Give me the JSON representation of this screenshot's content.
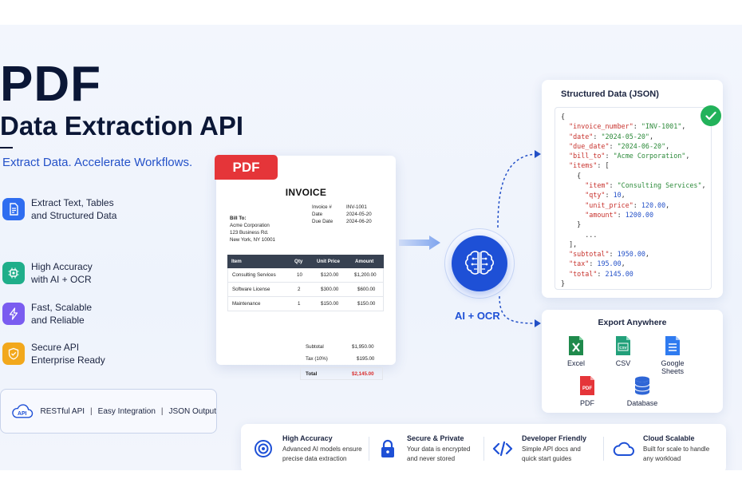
{
  "headline": {
    "title": "PDF",
    "subtitle": "Data Extraction API",
    "tagline": "Extract Data. Accelerate Workflows."
  },
  "features": [
    {
      "label": "Extract Text, Tables\nand Structured Data",
      "icon": "document-icon",
      "color": "#2f6df0"
    },
    {
      "label": "High Accuracy\nwith AI + OCR",
      "icon": "chip-icon",
      "color": "#1fae8a"
    },
    {
      "label": "Fast, Scalable\nand Reliable",
      "icon": "lightning-icon",
      "color": "#7a5cf0"
    },
    {
      "label": "Secure API\nEnterprise Ready",
      "icon": "shield-icon",
      "color": "#f2a81c"
    }
  ],
  "api_box": {
    "icon_text": "API",
    "items": [
      "RESTful API",
      "Easy Integration",
      "JSON Output"
    ],
    "separator": "|"
  },
  "invoice": {
    "badge": "PDF",
    "title": "INVOICE",
    "bill_to_label": "Bill To:",
    "bill_to_lines": [
      "Acme Corporation",
      "123 Business Rd.",
      "New York, NY 10001"
    ],
    "meta": [
      {
        "label": "Invoice #",
        "value": "INV-1001"
      },
      {
        "label": "Date",
        "value": "2024-05-20"
      },
      {
        "label": "Due Date",
        "value": "2024-06-20"
      }
    ],
    "columns": [
      "Item",
      "Qty",
      "Unit Price",
      "Amount"
    ],
    "rows": [
      {
        "item": "Consulting Services",
        "qty": "10",
        "unit": "$120.00",
        "amount": "$1,200.00"
      },
      {
        "item": "Software License",
        "qty": "2",
        "unit": "$300.00",
        "amount": "$600.00"
      },
      {
        "item": "Maintenance",
        "qty": "1",
        "unit": "$150.00",
        "amount": "$150.00"
      }
    ],
    "subtotal_label": "Subtotal",
    "subtotal": "$1,950.00",
    "tax_label": "Tax (10%)",
    "tax": "$195.00",
    "total_label": "Total",
    "total": "$2,145.00"
  },
  "ai": {
    "label": "AI + OCR",
    "icon": "brain-icon"
  },
  "json_card": {
    "title": "Structured Data (JSON)",
    "lines": [
      [
        [
          "p",
          "{"
        ]
      ],
      [
        [
          "p",
          "  "
        ],
        [
          "k",
          "\"invoice_number\""
        ],
        [
          "p",
          ": "
        ],
        [
          "s",
          "\"INV-1001\""
        ],
        [
          "p",
          ","
        ]
      ],
      [
        [
          "p",
          "  "
        ],
        [
          "k",
          "\"date\""
        ],
        [
          "p",
          ": "
        ],
        [
          "s",
          "\"2024-05-20\""
        ],
        [
          "p",
          ","
        ]
      ],
      [
        [
          "p",
          "  "
        ],
        [
          "k",
          "\"due_date\""
        ],
        [
          "p",
          ": "
        ],
        [
          "s",
          "\"2024-06-20\""
        ],
        [
          "p",
          ","
        ]
      ],
      [
        [
          "p",
          "  "
        ],
        [
          "k",
          "\"bill_to\""
        ],
        [
          "p",
          ": "
        ],
        [
          "s",
          "\"Acme Corporation\""
        ],
        [
          "p",
          ","
        ]
      ],
      [
        [
          "p",
          "  "
        ],
        [
          "k",
          "\"items\""
        ],
        [
          "p",
          ": ["
        ]
      ],
      [
        [
          "p",
          "    {"
        ]
      ],
      [
        [
          "p",
          "      "
        ],
        [
          "k",
          "\"item\""
        ],
        [
          "p",
          ": "
        ],
        [
          "s",
          "\"Consulting Services\""
        ],
        [
          "p",
          ","
        ]
      ],
      [
        [
          "p",
          "      "
        ],
        [
          "k",
          "\"qty\""
        ],
        [
          "p",
          ": "
        ],
        [
          "n",
          "10"
        ],
        [
          "p",
          ","
        ]
      ],
      [
        [
          "p",
          "      "
        ],
        [
          "k",
          "\"unit_price\""
        ],
        [
          "p",
          ": "
        ],
        [
          "n",
          "120.00"
        ],
        [
          "p",
          ","
        ]
      ],
      [
        [
          "p",
          "      "
        ],
        [
          "k",
          "\"amount\""
        ],
        [
          "p",
          ": "
        ],
        [
          "n",
          "1200.00"
        ]
      ],
      [
        [
          "p",
          "    }"
        ]
      ],
      [
        [
          "p",
          "      ..."
        ]
      ],
      [
        [
          "p",
          "  ],"
        ]
      ],
      [
        [
          "p",
          "  "
        ],
        [
          "k",
          "\"subtotal\""
        ],
        [
          "p",
          ": "
        ],
        [
          "n",
          "1950.00"
        ],
        [
          "p",
          ","
        ]
      ],
      [
        [
          "p",
          "  "
        ],
        [
          "k",
          "\"tax\""
        ],
        [
          "p",
          ": "
        ],
        [
          "n",
          "195.00"
        ],
        [
          "p",
          ","
        ]
      ],
      [
        [
          "p",
          "  "
        ],
        [
          "k",
          "\"total\""
        ],
        [
          "p",
          ": "
        ],
        [
          "n",
          "2145.00"
        ]
      ],
      [
        [
          "p",
          "}"
        ]
      ]
    ]
  },
  "export": {
    "title": "Export Anywhere",
    "items": [
      {
        "label": "Excel",
        "icon": "excel-icon"
      },
      {
        "label": "CSV",
        "icon": "csv-icon"
      },
      {
        "label": "Google\nSheets",
        "icon": "google-sheets-icon"
      },
      {
        "label": "PDF",
        "icon": "pdf-file-icon"
      },
      {
        "label": "Database",
        "icon": "database-icon"
      }
    ],
    "csv_glyph": "CSV",
    "pdf_glyph": "PDF"
  },
  "strip": [
    {
      "title": "High Accuracy",
      "desc": "Advanced AI models ensure\nprecise data extraction",
      "icon": "target-icon"
    },
    {
      "title": "Secure & Private",
      "desc": "Your data is encrypted\nand never stored",
      "icon": "lock-icon"
    },
    {
      "title": "Developer Friendly",
      "desc": "Simple API docs and\nquick start guides",
      "icon": "code-icon"
    },
    {
      "title": "Cloud Scalable",
      "desc": "Built for scale to handle\nany workload",
      "icon": "cloud-icon"
    }
  ],
  "colors": {
    "navy": "#0b1736",
    "accent_blue": "#1e50d6",
    "pdf_red": "#e53539",
    "check_green": "#22b25a",
    "total_red": "#d92b2b"
  }
}
